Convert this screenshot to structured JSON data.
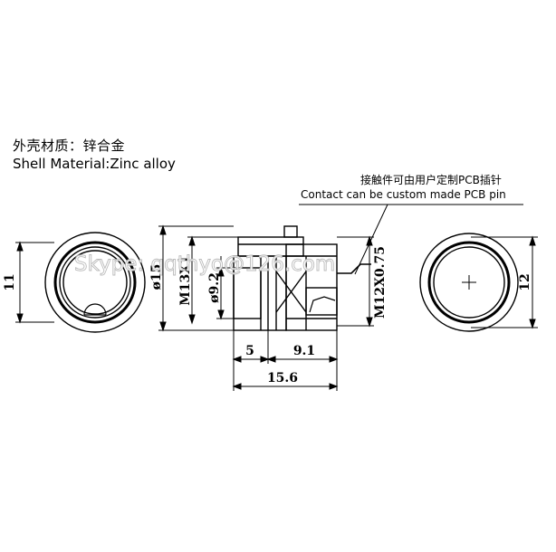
{
  "material": {
    "label_cn": "外壳材质：锌合金",
    "label_en": "Shell Material:Zinc alloy"
  },
  "contact_note": {
    "label_cn": "接触件可由用户定制PCB插针",
    "label_en": "Contact can be custom made PCB pin"
  },
  "dimensions": {
    "left_height": "11",
    "outer_diameter": "ø15",
    "thread_front": "M13X1",
    "inner_diameter": "ø9.2",
    "thread_rear": "M12X0.75",
    "front_length": "5",
    "rear_length": "9.1",
    "total_length": "15.6",
    "right_height": "12"
  },
  "watermark": "Skype: qqthyo@126.com"
}
